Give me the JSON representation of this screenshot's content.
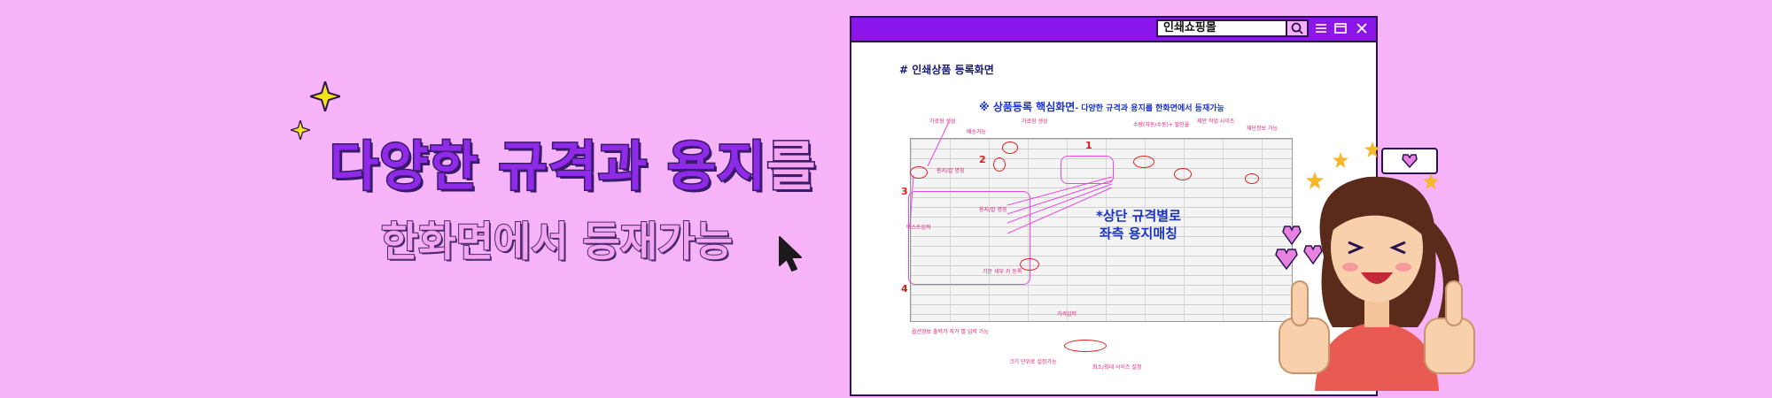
{
  "headline": {
    "line1_main": "다양한 규격과 용지",
    "line1_suffix": "를",
    "line2": "한화면에서 등재가능"
  },
  "window": {
    "search_value": "인쇄쇼핑몰",
    "doc_title": "# 인쇄상품 등록화면",
    "doc_subtitle_main": "※ 상품등록 핵심화면",
    "doc_subtitle_rest": "- 다양한 규격과 용지를 한화면에서 등재가능",
    "callout_line1": "*상단 규격별로",
    "callout_line2": "좌측 용지매칭",
    "numbers": [
      "1",
      "2",
      "3",
      "4"
    ],
    "annotations": [
      "가로형 생성",
      "배송가능",
      "가로형 생성",
      "수량(자동/수동)+ 할인율",
      "제안 작업 사이즈",
      "재단정보 가능",
      "용지/칼 명칭",
      "텍스트입력",
      "용지/칼 명칭",
      "기본 세부 카 등록",
      "가격입력",
      "옵션정보 출력가 자가 별 입력 가능",
      "크기 단위로 설정가능",
      "최소/최대 사이즈 설정"
    ]
  },
  "colors": {
    "background": "#f7b3f7",
    "accent_purple": "#8a16ea",
    "outline": "#2b1350"
  }
}
